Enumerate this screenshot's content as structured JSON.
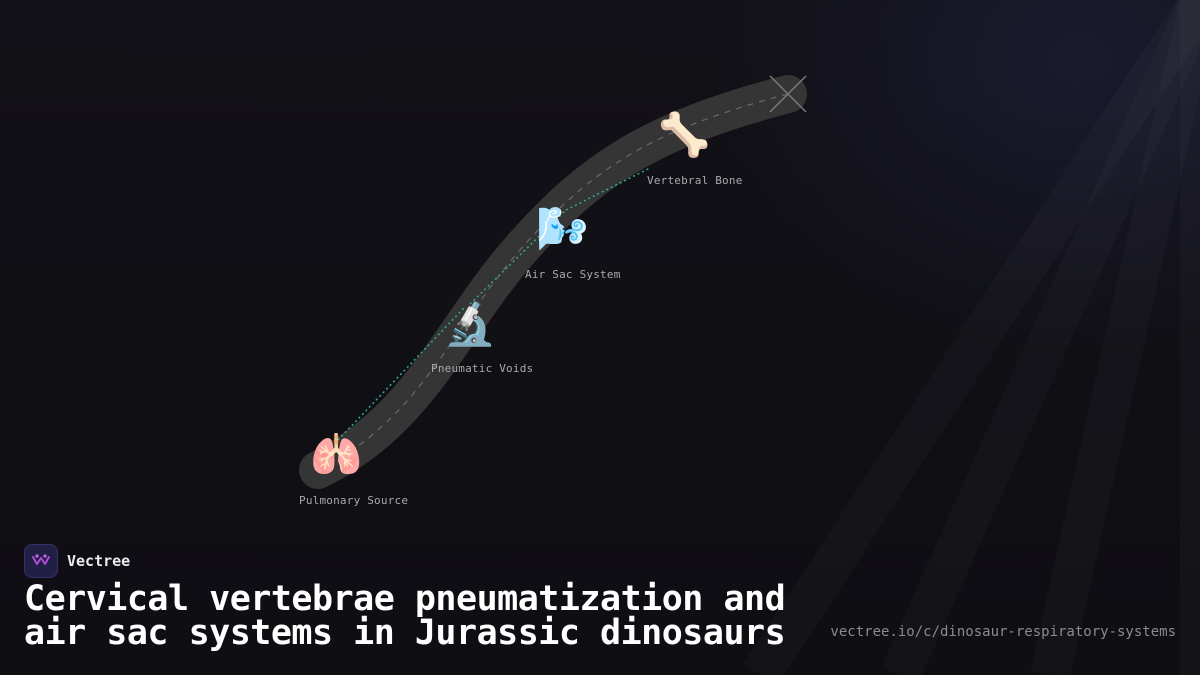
{
  "brand": {
    "name": "Vectree",
    "logo_icon": "vectree-logo-icon",
    "logo_color": "#b04bd8"
  },
  "title": "Cervical vertebrae pneumatization and air sac systems in Jurassic dinosaurs",
  "url": "vectree.io/c/dinosaur-respiratory-systems",
  "path": {
    "end_marker_icon": "x-mark-icon",
    "link_color": "#2fae8f"
  },
  "nodes": [
    {
      "label": "Pulmonary Source",
      "icon": "🫁",
      "icon_name": "lungs-icon"
    },
    {
      "label": "Pneumatic Voids",
      "icon": "🔬",
      "icon_name": "microscope-icon"
    },
    {
      "label": "Air Sac System",
      "icon": "🌬️",
      "icon_name": "wind-face-icon"
    },
    {
      "label": "Vertebral Bone",
      "icon": "🦴",
      "icon_name": "bone-icon"
    }
  ]
}
